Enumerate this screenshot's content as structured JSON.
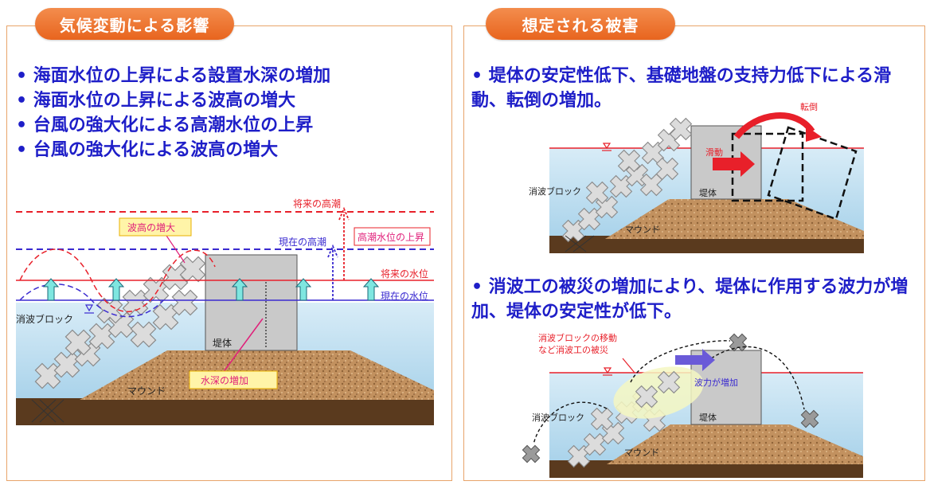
{
  "left": {
    "tab_label": "気候変動による影響",
    "bullets": [
      "海面水位の上昇による設置水深の増加",
      "海面水位の上昇による波高の増大",
      "台風の強大化による高潮水位の上昇",
      "台風の強大化による波高の増大"
    ],
    "diagram": {
      "future_tide": "将来の高潮",
      "current_tide": "現在の高潮",
      "tide_rise": "高潮水位の上昇",
      "wave_height_increase": "波高の増大",
      "future_water_level": "将来の水位",
      "current_water_level": "現在の水位",
      "armor_block": "消波ブロック",
      "caisson": "堤体",
      "depth_increase": "水深の増加",
      "mound": "マウンド"
    }
  },
  "right": {
    "tab_label": "想定される被害",
    "bullet1": "堤体の安定性低下、基礎地盤の支持力低下による滑動、転倒の増加。",
    "bullet2": "消波工の被災の増加により、堤体に作用する波力が増加、堤体の安定性が低下。",
    "diagram1": {
      "overturning": "転倒",
      "sliding": "滑動",
      "armor_block": "消波ブロック",
      "caisson": "堤体",
      "mound": "マウンド"
    },
    "diagram2": {
      "damage_note_1": "消波ブロックの移動",
      "damage_note_2": "など消波工の被災",
      "wave_force": "波力が増加",
      "armor_block": "消波ブロック",
      "caisson": "堤体",
      "mound": "マウンド"
    }
  },
  "colors": {
    "accent_orange": "#e8651e",
    "panel_border": "#e8a46a",
    "bullet_text": "#1e1ec8",
    "future_line": "#e8202a",
    "current_line": "#3a2ad0",
    "label_pink": "#e0207a",
    "water": "#b9dcef",
    "mound": "#b98a5a",
    "seabed": "#5a3a1e",
    "caisson": "#c9c9c9"
  }
}
